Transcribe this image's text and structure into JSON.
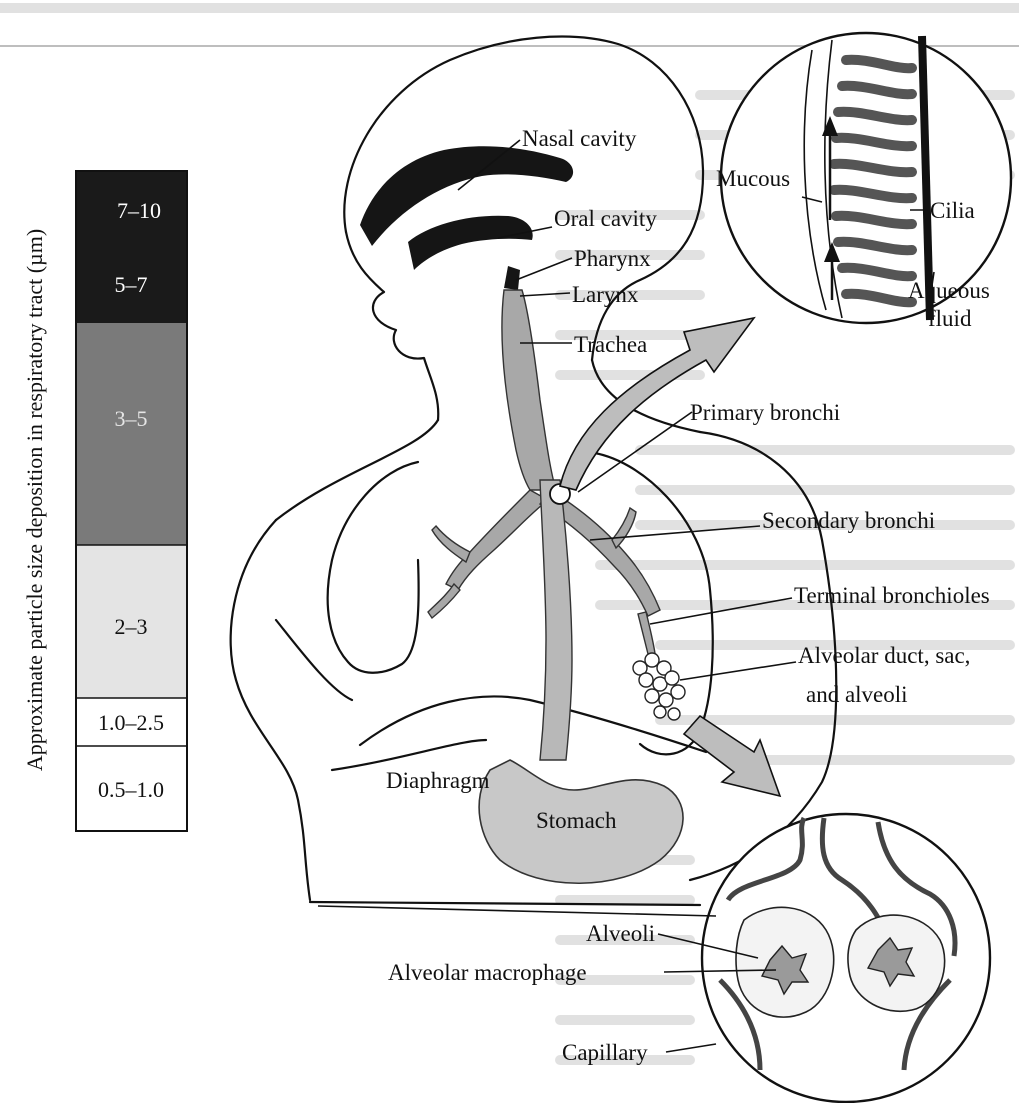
{
  "particle_bar": {
    "axis_label": "Approximate particle size deposition in respiratory tract (µm)",
    "bands": [
      {
        "label": "7–10",
        "fill": "#1a1a1a",
        "text_color": "#ffffff"
      },
      {
        "label": "5–7",
        "fill": "#1a1a1a",
        "text_color": "#ffffff"
      },
      {
        "label": "3–5",
        "fill": "#7a7a7a",
        "text_color": "#e6e6e6"
      },
      {
        "label": "2–3",
        "fill": "#e4e4e4",
        "text_color": "#111111"
      },
      {
        "label": "1.0–2.5",
        "fill": "#ffffff",
        "text_color": "#111111"
      },
      {
        "label": "0.5–1.0",
        "fill": "#ffffff",
        "text_color": "#111111"
      }
    ]
  },
  "labels": {
    "nasal_cavity": "Nasal cavity",
    "oral_cavity": "Oral cavity",
    "pharynx": "Pharynx",
    "larynx": "Larynx",
    "trachea": "Trachea",
    "primary_bronchi": "Primary bronchi",
    "secondary_bronchi": "Secondary bronchi",
    "terminal_bronchioles": "Terminal bronchioles",
    "alveolar_duct_line1": "Alveolar duct, sac,",
    "alveolar_duct_line2": "and alveoli",
    "diaphragm": "Diaphragm",
    "stomach": "Stomach",
    "mucous": "Mucous",
    "cilia": "Cilia",
    "aqueous_line1": "Aqueous",
    "aqueous_line2": "fluid",
    "alveoli": "Alveoli",
    "alveolar_macrophage": "Alveolar macrophage",
    "capillary": "Capillary"
  },
  "colors": {
    "airway_gray": "#a8a8a8",
    "dark_cavity": "#151515",
    "stomach_gray": "#c8c8c8"
  }
}
